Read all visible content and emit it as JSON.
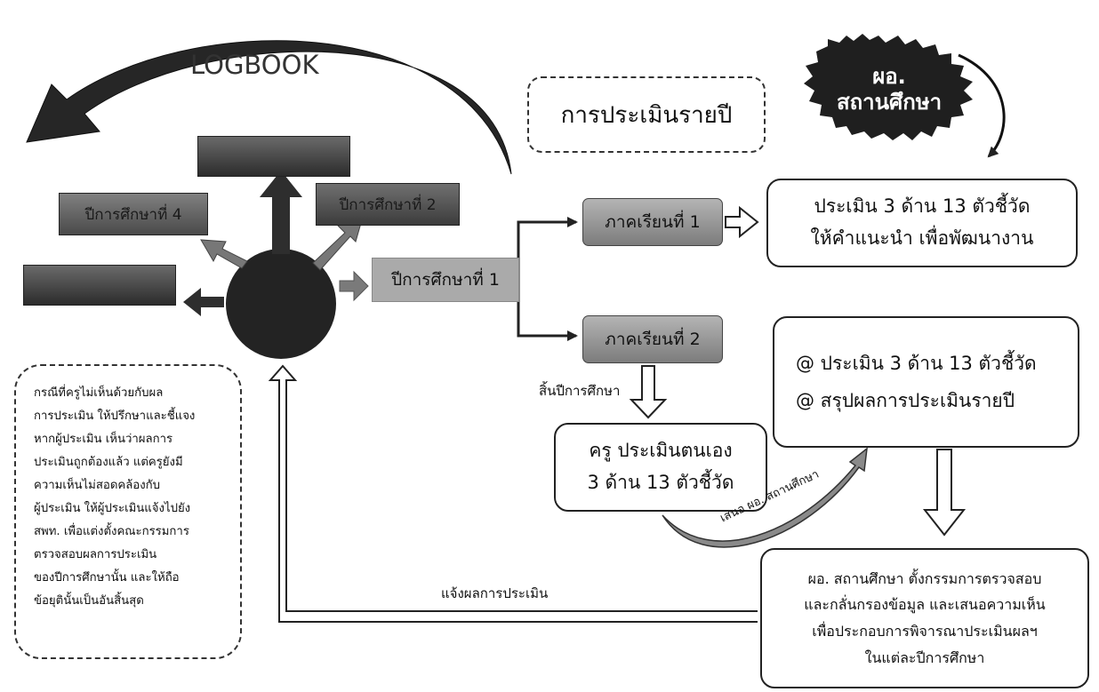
{
  "title": "LOGBOOK",
  "director_badge": [
    "ผอ.",
    "สถานศึกษา"
  ],
  "annual_evaluation": "การประเมินรายปี",
  "year_boxes": {
    "year1": "ปีการศึกษาที่ 1",
    "year2": "ปีการศึกษาที่ 2",
    "year4": "ปีการศึกษาที่ 4"
  },
  "semesters": {
    "sem1": "ภาคเรียนที่ 1",
    "sem2": "ภาคเรียนที่ 2"
  },
  "sem1_result": [
    "ประเมิน 3 ด้าน 13 ตัวชี้วัด",
    "ให้คำแนะนำ เพื่อพัฒนางาน"
  ],
  "sem2_result": [
    "@ ประเมิน 3 ด้าน 13 ตัวชี้วัด",
    "@ สรุปผลการประเมินรายปี"
  ],
  "end_of_year_label": "สิ้นปีการศึกษา",
  "self_assessment": [
    "ครู ประเมินตนเอง",
    "3 ด้าน 13 ตัวชี้วัด"
  ],
  "submit_label": "เสนอ ผอ. สถานศึกษา",
  "committee_box": [
    "ผอ. สถานศึกษา ตั้งกรรมการตรวจสอบ",
    "และกลั่นกรองข้อมูล และเสนอความเห็น",
    "เพื่อประกอบการพิจารณาประเมินผลฯ",
    "ในแต่ละปีการศึกษา"
  ],
  "notify_label": "แจ้งผลการประเมิน",
  "disagreement_note": [
    "กรณีที่ครูไม่เห็นด้วยกับผล",
    "การประเมิน ให้ปรึกษาและชี้แจง",
    "หากผู้ประเมิน เห็นว่าผลการ",
    "ประเมินถูกต้องแล้ว แต่ครูยังมี",
    "ความเห็นไม่สอดคล้องกับ",
    "ผู้ประเมิน ให้ผู้ประเมินแจ้งไปยัง",
    "สพท. เพื่อแต่งตั้งคณะกรรมการ",
    "ตรวจสอบผลการประเมิน",
    "ของปีการศึกษานั้น และให้ถือ",
    "ข้อยุตินั้นเป็นอันสิ้นสุด"
  ],
  "colors": {
    "dark_arrow": "#2a2a2a",
    "gray_box": "#9a9a9a",
    "dark_box": "#3a3a3a",
    "line": "#222222"
  }
}
